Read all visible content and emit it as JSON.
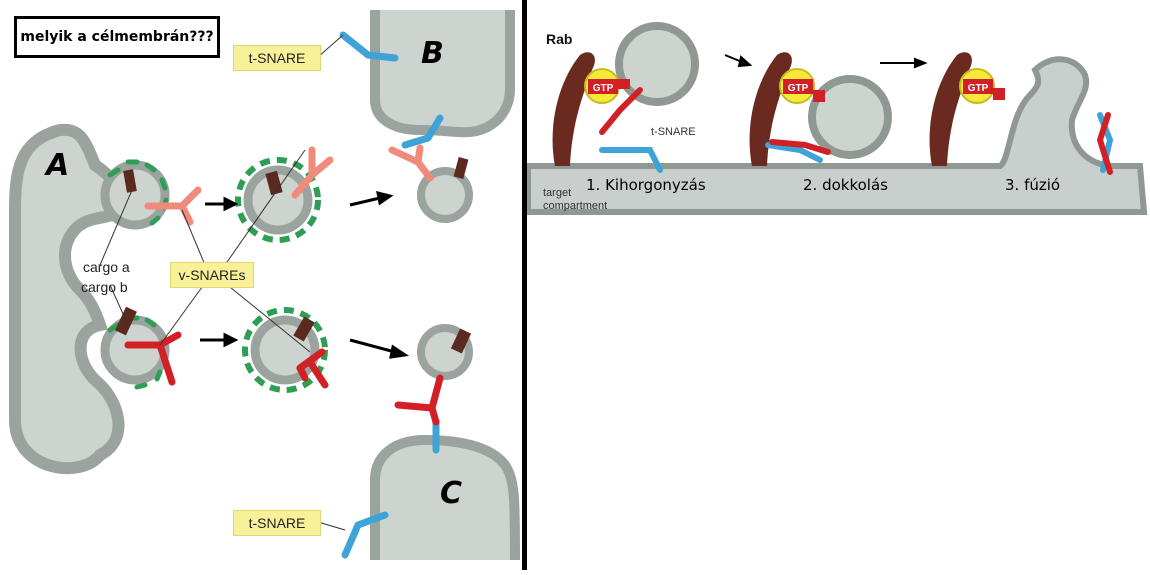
{
  "question": "melyik a célmembrán???",
  "left_panel": {
    "letter_a": "A",
    "letter_b": "B",
    "letter_c": "C",
    "t_snare_top": "t-SNARE",
    "t_snare_bottom": "t-SNARE",
    "v_snares": "v-SNAREs",
    "cargo_a": "cargo a",
    "cargo_b": "cargo b"
  },
  "right_panel": {
    "rab": "Rab",
    "gtp_1": "GTP",
    "gtp_2": "GTP",
    "gtp_3": "GTP",
    "t_snare": "t-SNARE",
    "target_line1": "target",
    "target_line2": "compartment",
    "step1": "1. Kihorgonyzás",
    "step2": "2. dokkolás",
    "step3": "3. fúzió"
  },
  "colors": {
    "membrane": "#9aa39e",
    "lumen": "#cdd3cf",
    "coat": "#2f9e55",
    "cargo": "#5a2a1e",
    "v_snare_a": "#f08a7a",
    "v_snare_b": "#d22027",
    "t_snare": "#3ea4d8",
    "rab": "#6b2a1f",
    "gtp_fill": "#f5e93a"
  }
}
